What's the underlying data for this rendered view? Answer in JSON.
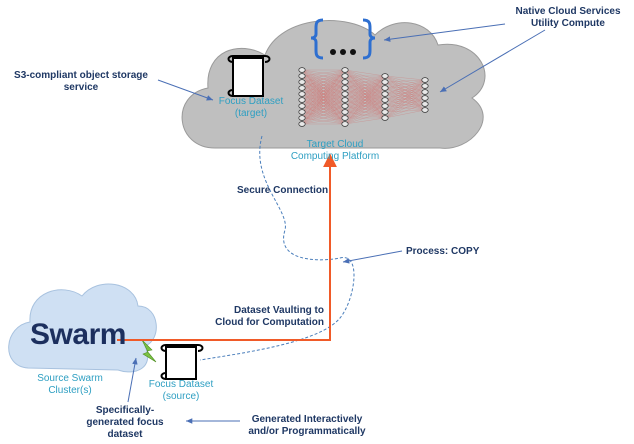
{
  "labels": {
    "native_cloud_line1": "Native Cloud Services",
    "native_cloud_line2": "Utility Compute",
    "s3_line1": "S3-compliant object storage",
    "s3_line2": "service",
    "focus_target_line1": "Focus Dataset",
    "focus_target_line2": "(target)",
    "target_platform_line1": "Target Cloud",
    "target_platform_line2": "Computing Platform",
    "secure_connection": "Secure Connection",
    "process_copy": "Process: COPY",
    "vaulting_line1": "Dataset Vaulting to",
    "vaulting_line2": "Cloud for Computation",
    "swarm_logo": "Swarm",
    "source_swarm_line1": "Source Swarm",
    "source_swarm_line2": "Cluster(s)",
    "focus_source_line1": "Focus Dataset",
    "focus_source_line2": "(source)",
    "specific_line1": "Specifically-",
    "specific_line2": "generated focus",
    "specific_line3": "dataset",
    "generated_line1": "Generated Interactively",
    "generated_line2": "and/or Programmatically"
  },
  "colors": {
    "label_navy": "#1f3864",
    "teal_text": "#2e9fc2",
    "cloud_fill": "#bfbfbf",
    "source_cloud_fill": "#cfe0f3",
    "vault_line": "#f05a28",
    "dashed_path": "#4a7ebb",
    "annotation_arrow": "#4a6fb5",
    "swarm_logo": "#1c2f5e",
    "bolt": "#7ac143"
  },
  "icons": [
    "scroll-icon",
    "curly-braces-icon",
    "neural-network-icon",
    "lightning-bolt-icon"
  ]
}
